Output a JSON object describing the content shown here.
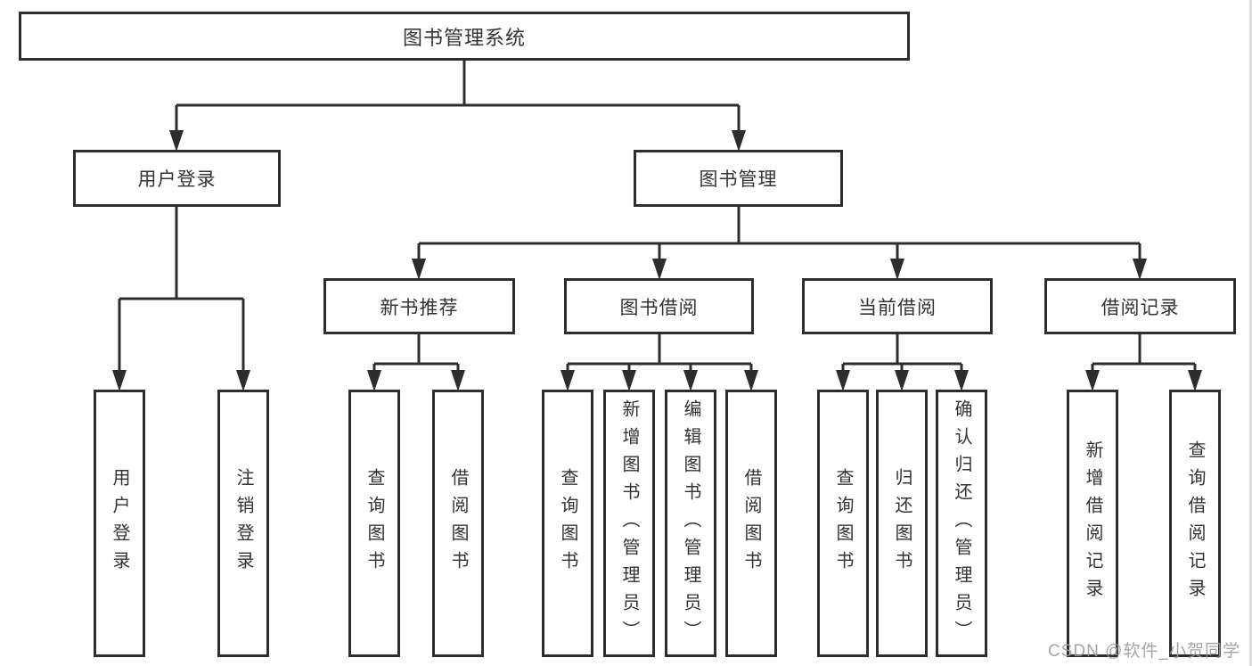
{
  "tree": {
    "root": "图书管理系统",
    "branches": [
      {
        "label": "用户登录",
        "children": [
          {
            "label": "用户登录"
          },
          {
            "label": "注销登录"
          }
        ]
      },
      {
        "label": "图书管理",
        "children": [
          {
            "label": "新书推荐",
            "children": [
              {
                "label": "查询图书"
              },
              {
                "label": "借阅图书"
              }
            ]
          },
          {
            "label": "图书借阅",
            "children": [
              {
                "label": "查询图书"
              },
              {
                "label": "新增图书（管理员）"
              },
              {
                "label": "编辑图书（管理员）"
              },
              {
                "label": "借阅图书"
              }
            ]
          },
          {
            "label": "当前借阅",
            "children": [
              {
                "label": "查询图书"
              },
              {
                "label": "归还图书"
              },
              {
                "label": "确认归还（管理员）"
              }
            ]
          },
          {
            "label": "借阅记录",
            "children": [
              {
                "label": "新增借阅记录"
              },
              {
                "label": "查询借阅记录"
              }
            ]
          }
        ]
      }
    ]
  },
  "watermark": "CSDN @软件_小贺同学",
  "colors": {
    "line": "#2d2d2d",
    "text": "#333333",
    "watermark": "#9b9b9b",
    "background": "#ffffff"
  }
}
